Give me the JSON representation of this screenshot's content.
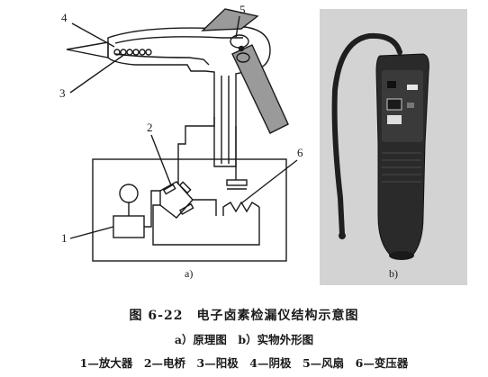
{
  "figure": {
    "caption_title": "图 6-22　电子卤素检漏仪结构示意图",
    "caption_subparts": "a）原理图　b）实物外形图",
    "caption_legend": "1—放大器　2—电桥　3—阳极　4—阴极　5—风扇　6—变压器",
    "subfig_a_label": "a)",
    "subfig_b_label": "b)",
    "callout_1": "1",
    "callout_2": "2",
    "callout_3": "3",
    "callout_4": "4",
    "callout_5": "5",
    "callout_6": "6"
  },
  "colors": {
    "line": "#1a1a1a",
    "photo_bg": "#d0d0d0",
    "device_body": "#222222"
  }
}
